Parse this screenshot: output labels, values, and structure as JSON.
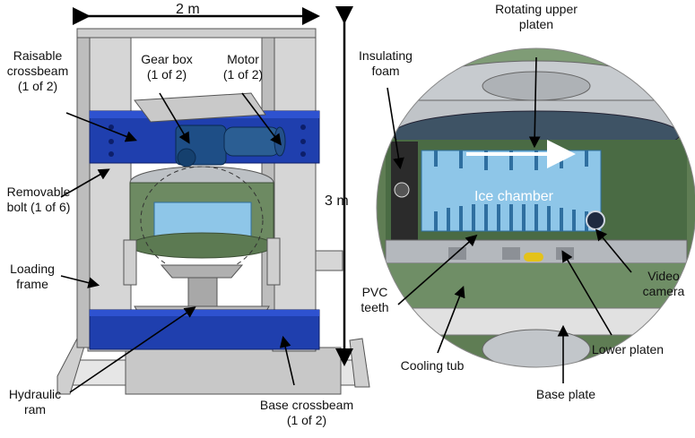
{
  "labels": {
    "width_dim": "2 m",
    "height_dim": "3 m",
    "raisable_crossbeam": [
      "Raisable",
      "crossbeam",
      "(1 of 2)"
    ],
    "gear_box": [
      "Gear box",
      "(1 of 2)"
    ],
    "motor": [
      "Motor",
      "(1 of 2)"
    ],
    "removable_bolt": [
      "Removable",
      "bolt (1 of 6)"
    ],
    "loading_frame": [
      "Loading",
      "frame"
    ],
    "hydraulic_ram": [
      "Hydraulic",
      "ram"
    ],
    "base_crossbeam": [
      "Base crossbeam",
      "(1 of 2)"
    ],
    "rotating_upper_platen": [
      "Rotating upper",
      "platen"
    ],
    "insulating_foam": [
      "Insulating",
      "foam"
    ],
    "ice_chamber": "Ice chamber",
    "pvc_teeth": [
      "PVC",
      "teeth"
    ],
    "video_camera": [
      "Video",
      "camera"
    ],
    "cooling_tub": "Cooling tub",
    "lower_platen": "Lower platen",
    "base_plate": "Base plate"
  },
  "colors": {
    "frame_blue": "#1f3fae",
    "column_grey": "#d9d9d9",
    "tub_green": "#5c7a52",
    "ice_blue": "#8ec6e8",
    "ice_teeth_blue": "#2f6fa0",
    "platen_grey": "#b9bdc2",
    "base_grey": "#cfcfcf"
  }
}
